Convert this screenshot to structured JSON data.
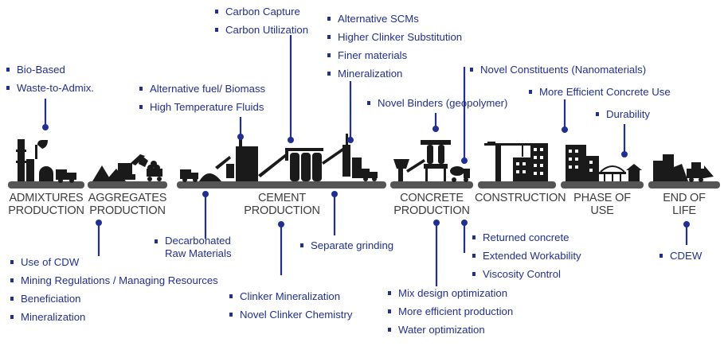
{
  "stages": [
    {
      "line1": "ADMIXTURES",
      "line2": "PRODUCTION"
    },
    {
      "line1": "AGGREGATES",
      "line2": "PRODUCTION"
    },
    {
      "line1": "CEMENT",
      "line2": "PRODUCTION"
    },
    {
      "line1": "CONCRETE",
      "line2": "PRODUCTION"
    },
    {
      "line1": "CONSTRUCTION",
      "line2": ""
    },
    {
      "line1": "PHASE OF",
      "line2": "USE"
    },
    {
      "line1": "END OF",
      "line2": "LIFE"
    }
  ],
  "groups": {
    "admix_top": [
      "Bio-Based",
      "Waste-to-Admix."
    ],
    "cement_top_fuel": [
      "Alternative fuel/ Biomass",
      "High Temperature Fluids"
    ],
    "cement_top_carbon": [
      "Carbon Capture",
      "Carbon Utilization"
    ],
    "cement_top_scm": [
      "Alternative SCMs",
      "Higher Clinker Substitution",
      "Finer materials",
      "Mineralization"
    ],
    "concrete_top_binders": [
      "Novel Binders (geopolymer)"
    ],
    "concrete_top_constituents": [
      "Novel Constituents (Nanomaterials)"
    ],
    "use_top_efficiency": [
      "More Efficient Concrete Use"
    ],
    "use_top_durability": [
      "Durability"
    ],
    "aggregates_bottom": [
      "Use of CDW",
      "Mining Regulations / Managing Resources",
      "Beneficiation",
      "Mineralization"
    ],
    "cement_bottom_decarb": [
      "Decarbonated Raw Materials"
    ],
    "cement_bottom_clinker": [
      "Clinker Mineralization",
      "Novel Clinker Chemistry"
    ],
    "cement_bottom_grinding": [
      "Separate grinding"
    ],
    "concrete_bottom_returned": [
      "Returned concrete",
      "Extended Workability",
      "Viscosity Control"
    ],
    "concrete_bottom_mix": [
      "Mix design optimization",
      "More efficient production",
      "Water optimization"
    ],
    "eol_bottom": [
      "CDEW"
    ]
  },
  "colors": {
    "text": "#1f2f95",
    "connector": "#1f2f95",
    "bar": "#555555",
    "icon": "#1a1a1a",
    "stage_label": "#3d3d3d"
  }
}
